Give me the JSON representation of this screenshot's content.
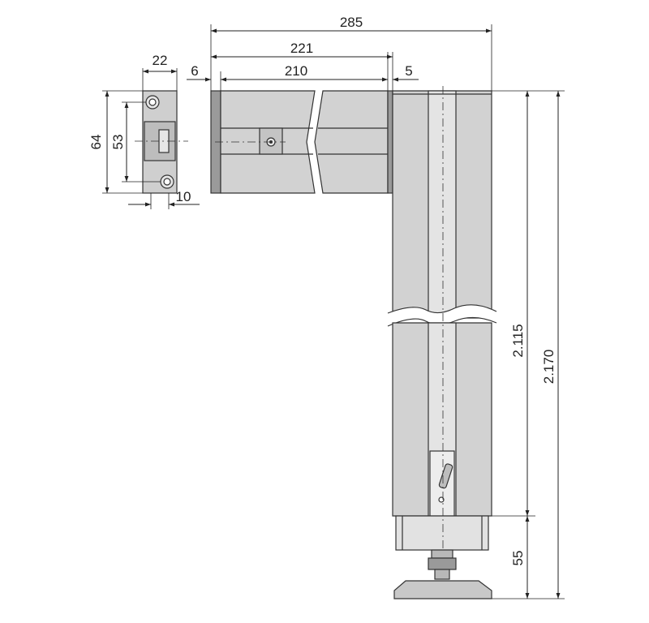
{
  "colors": {
    "part_fill": "#cfcfcf",
    "part_dark": "#9a9a9a",
    "part_light": "#e6e6e6",
    "line": "#222222",
    "background": "#ffffff"
  },
  "dimensions": {
    "overall_width": "285",
    "arm_width": "221",
    "end_cap": "6",
    "arm_inner": "210",
    "gap": "5",
    "bracket_width": "22",
    "bracket_height": "64",
    "bracket_hole_spacing": "53",
    "bracket_depth": "10",
    "column_height": "2.115",
    "overall_height": "2.170",
    "foot_height": "55"
  }
}
